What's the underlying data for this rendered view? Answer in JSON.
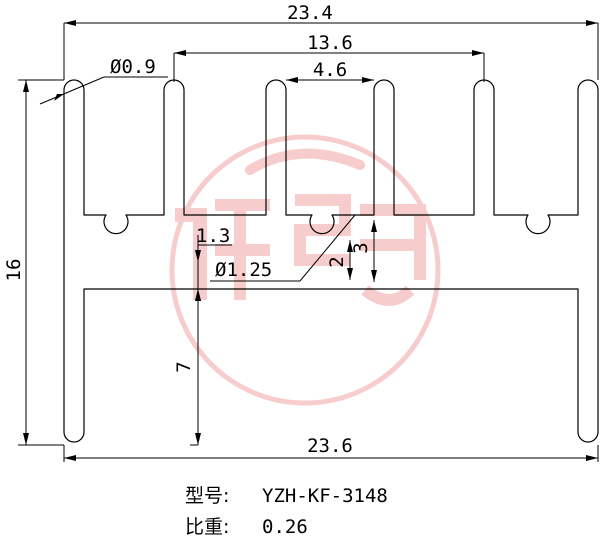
{
  "dimensions": {
    "overall_top_width": "23.4",
    "fin_span_width": "13.6",
    "slot_width": "4.6",
    "fin_tip_diameter": "Ø0.9",
    "overall_height": "16",
    "base_thickness": "1.3",
    "groove_diameter": "Ø1.25",
    "groove_depth": "2",
    "slot_depth": "3",
    "lower_leg_height": "7",
    "overall_bottom_width": "23.6"
  },
  "caption": {
    "model_label": "型号:",
    "model_value": "YZH-KF-3148",
    "weight_label": "比重:",
    "weight_value": "0.26"
  },
  "watermark": {
    "color": "#e34a4a"
  },
  "colors": {
    "line": "#000000",
    "background": "#ffffff"
  }
}
